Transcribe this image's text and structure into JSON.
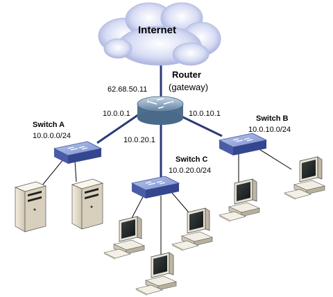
{
  "cloud": {
    "label": "Internet",
    "icon": "cloud-icon"
  },
  "router": {
    "name": "Router",
    "role": "(gateway)",
    "wan_ip": "62.68.50.11",
    "icon": "router-icon",
    "port_a_ip": "10.0.0.1",
    "port_b_ip": "10.0.10.1",
    "port_c_ip": "10.0.20.1"
  },
  "switch_a": {
    "name": "Switch A",
    "subnet": "10.0.0.0/24",
    "icon": "switch-icon"
  },
  "switch_b": {
    "name": "Switch B",
    "subnet": "10.0.10.0/24",
    "icon": "switch-icon"
  },
  "switch_c": {
    "name": "Switch C",
    "subnet": "10.0.20.0/24",
    "icon": "switch-icon"
  },
  "devices": {
    "servers": [
      "server-icon",
      "server-icon"
    ],
    "workstations": [
      "workstation-icon",
      "workstation-icon",
      "workstation-icon",
      "workstation-icon",
      "workstation-icon"
    ]
  },
  "colors": {
    "link": "#2b3a78",
    "switch_top": "#8aa0d8",
    "switch_side": "#3d4f96",
    "cloud": "#c7cff0"
  }
}
